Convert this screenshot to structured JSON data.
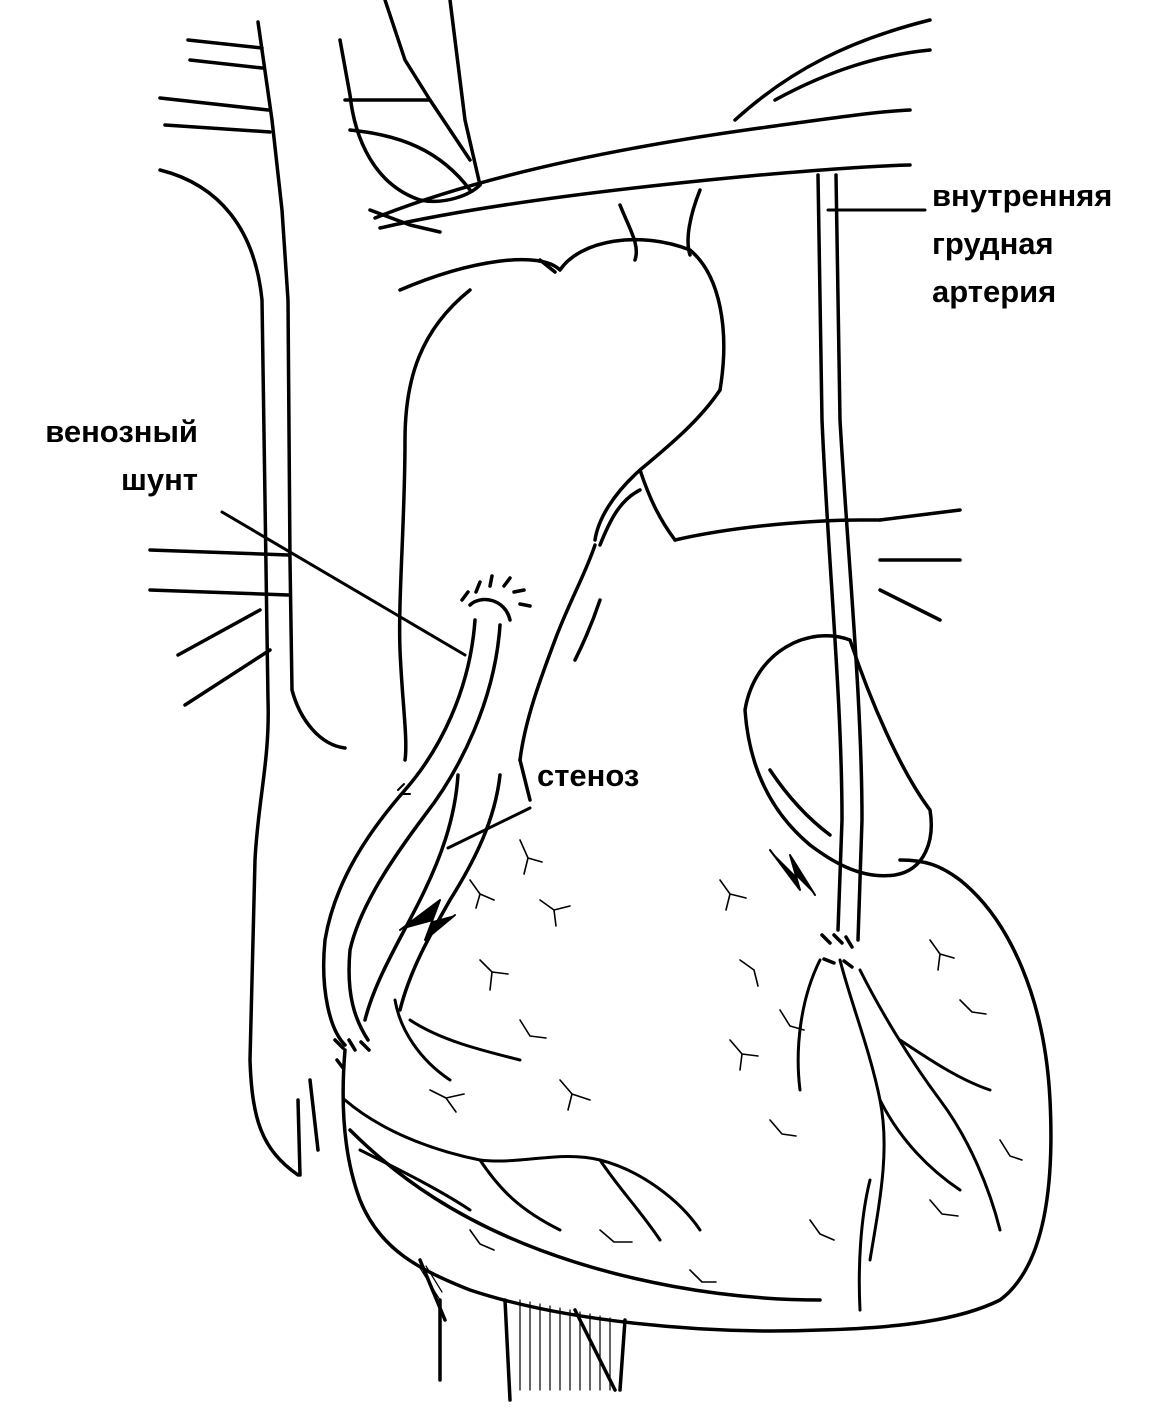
{
  "labels": {
    "internal_thoracic_artery": [
      "внутренняя",
      "грудная",
      "артерия"
    ],
    "venous_shunt": [
      "венозный",
      "шунт"
    ],
    "stenosis": "стеноз"
  },
  "colors": {
    "ink": "#000000",
    "paper": "#ffffff"
  }
}
